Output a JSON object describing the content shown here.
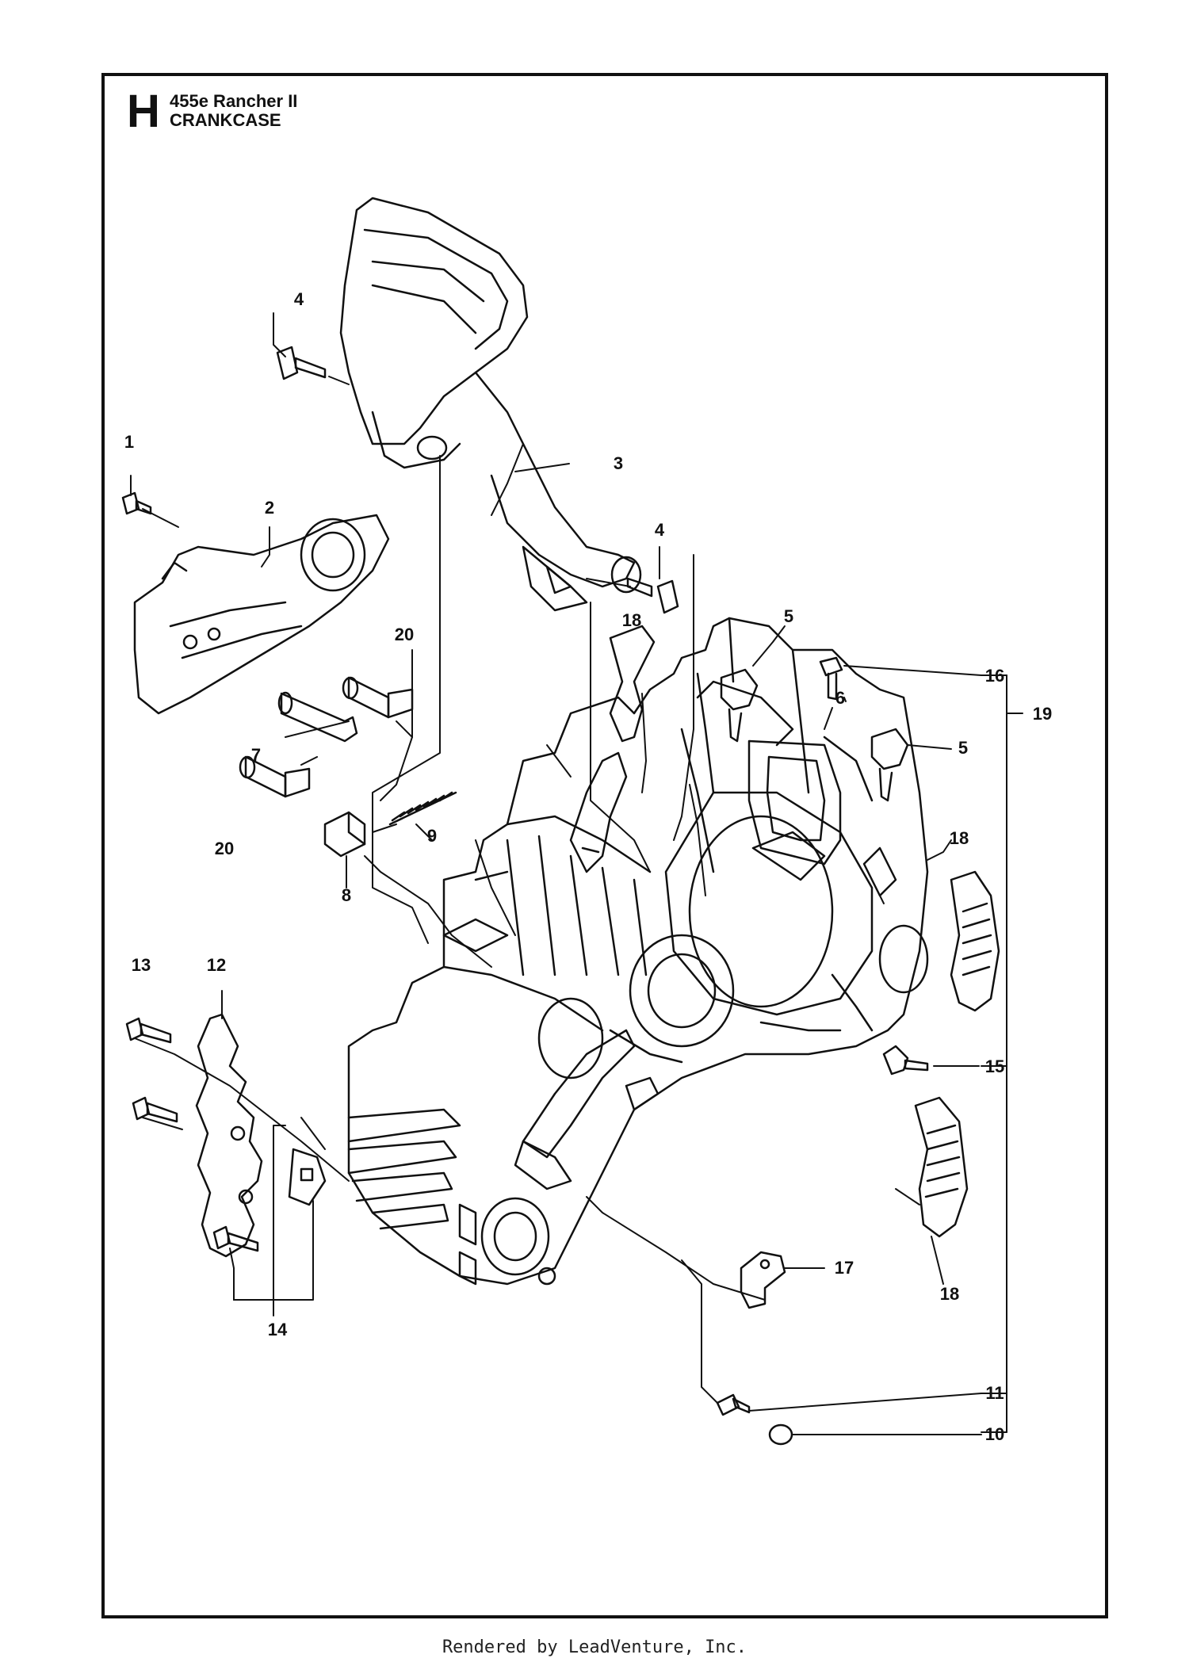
{
  "header": {
    "section_letter": "H",
    "model": "455e Rancher II",
    "assembly": "CRANKCASE"
  },
  "callouts": [
    {
      "id": "c1",
      "label": "1"
    },
    {
      "id": "c2",
      "label": "2"
    },
    {
      "id": "c3",
      "label": "3"
    },
    {
      "id": "c4a",
      "label": "4"
    },
    {
      "id": "c4b",
      "label": "4"
    },
    {
      "id": "c5a",
      "label": "5"
    },
    {
      "id": "c5b",
      "label": "5"
    },
    {
      "id": "c6",
      "label": "6"
    },
    {
      "id": "c7",
      "label": "7"
    },
    {
      "id": "c8",
      "label": "8"
    },
    {
      "id": "c9",
      "label": "9"
    },
    {
      "id": "c10",
      "label": "10"
    },
    {
      "id": "c11",
      "label": "11"
    },
    {
      "id": "c12",
      "label": "12"
    },
    {
      "id": "c13",
      "label": "13"
    },
    {
      "id": "c14",
      "label": "14"
    },
    {
      "id": "c15",
      "label": "15"
    },
    {
      "id": "c16",
      "label": "16"
    },
    {
      "id": "c17",
      "label": "17"
    },
    {
      "id": "c18a",
      "label": "18"
    },
    {
      "id": "c18b",
      "label": "18"
    },
    {
      "id": "c18c",
      "label": "18"
    },
    {
      "id": "c19",
      "label": "19"
    },
    {
      "id": "c20a",
      "label": "20"
    },
    {
      "id": "c20b",
      "label": "20"
    }
  ],
  "footer": {
    "text": "Rendered by LeadVenture, Inc."
  }
}
